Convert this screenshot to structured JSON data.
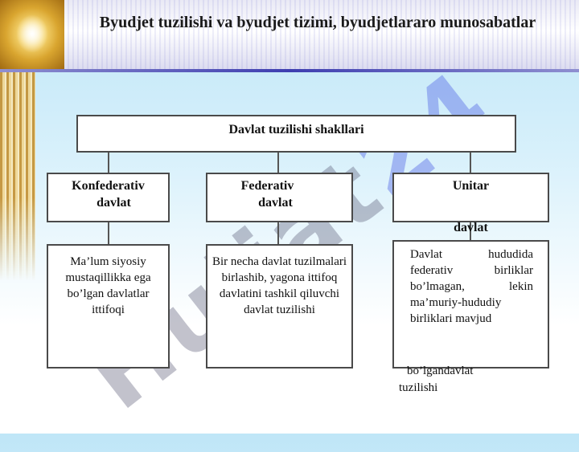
{
  "header": {
    "title": "Byudjet tuzilishi va byudjet tizimi, byudjetlararo munosabatlar"
  },
  "watermark": {
    "prefix": "Hujjat",
    "accent": "24"
  },
  "diagram": {
    "root": "Davlat tuzilishi shakllari",
    "categories": [
      {
        "label_line1": "Konfederativ",
        "label_line2": "davlat",
        "description": "Ma’lum siyosiy mustaqillikka ega bo’lgan davlatlar ittifoqi"
      },
      {
        "label_line1": "Federativ",
        "label_line2": "davlat",
        "description": "Bir necha davlat tuzilmalari birlashib, yagona ittifoq davlatini tashkil qiluvchi davlat tuzilishi"
      },
      {
        "label_line1": "Unitar",
        "label_line2": "davlat",
        "description_inside": "Davlat hududida federativ birliklar bo’lmagan, lekin ma’muriy-hududiy birliklari mavjud",
        "description_overflow_1": "bo’lgandavlat",
        "description_overflow_2": "tuzilishi"
      }
    ]
  }
}
